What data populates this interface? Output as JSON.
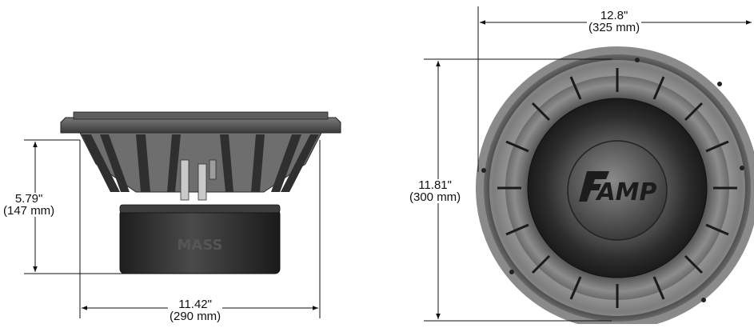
{
  "figure": {
    "side_view": {
      "height_dimension": {
        "inches": "5.79\"",
        "millimeters": "(147 mm)"
      },
      "width_dimension": {
        "inches": "11.42\"",
        "millimeters": "(290 mm)"
      },
      "magnet_brand": "MASS"
    },
    "front_view": {
      "width_dimension": {
        "inches": "12.8\"",
        "millimeters": "(325 mm)"
      },
      "height_dimension": {
        "inches": "11.81\"",
        "millimeters": "(300 mm)"
      },
      "logo_text": "AMP"
    }
  },
  "colors": {
    "line": "#111111",
    "frame_dark": "#3a3a3a",
    "frame_mid": "#6b6b6b",
    "magnet": "#2b2b2b",
    "surround_light": "#9a9a9a",
    "cone_dark": "#2a2a2a"
  }
}
